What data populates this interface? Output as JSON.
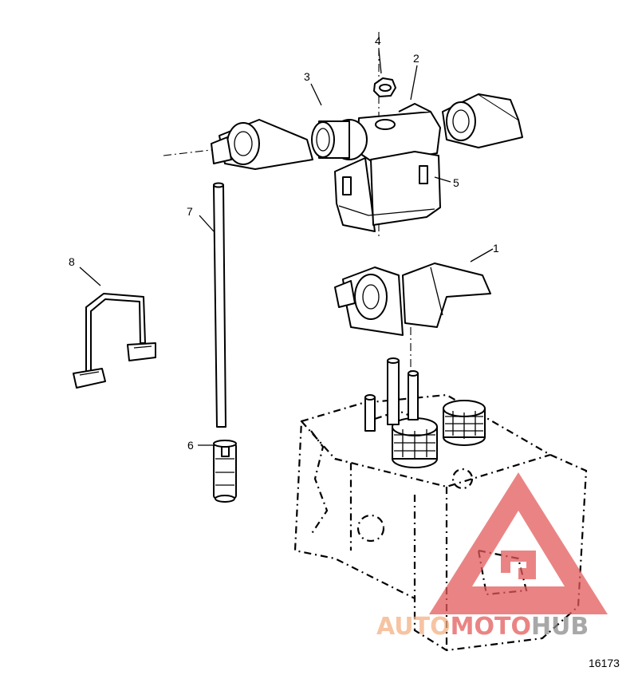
{
  "callouts": {
    "c1": "1",
    "c2": "2",
    "c3": "3",
    "c4": "4",
    "c5": "5",
    "c6": "6",
    "c7": "7",
    "c8": "8"
  },
  "figure_number": "16173",
  "watermark": {
    "part_a": "AUTO",
    "part_b": "MOTO",
    "part_c": "HUB",
    "color_orange": "#f4b183",
    "color_red": "#e35b5b",
    "color_grey": "#8c8c8c"
  }
}
